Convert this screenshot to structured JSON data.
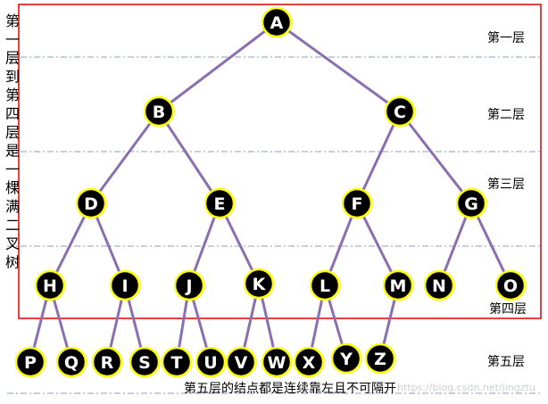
{
  "side_note": "第一层到第四层是一棵满二叉树",
  "level_labels": [
    "第一层",
    "第二层",
    "第三层",
    "第四层",
    "第五层"
  ],
  "caption": "第五层的结点都是连续靠左且不可隔开",
  "watermark": "https://blog.csdn.net/jingztu",
  "colors": {
    "edge": "#8a6fb0",
    "node_fill": "#000000",
    "node_stroke": "#ffff00",
    "box": "#e00000",
    "dashed_line": "#8aa0bf"
  },
  "tree": {
    "nodes": [
      "A",
      "B",
      "C",
      "D",
      "E",
      "F",
      "G",
      "H",
      "I",
      "J",
      "K",
      "L",
      "M",
      "N",
      "O",
      "P",
      "Q",
      "R",
      "S",
      "T",
      "U",
      "V",
      "W",
      "X",
      "Y",
      "Z"
    ],
    "edges": [
      [
        "A",
        "B"
      ],
      [
        "A",
        "C"
      ],
      [
        "B",
        "D"
      ],
      [
        "B",
        "E"
      ],
      [
        "C",
        "F"
      ],
      [
        "C",
        "G"
      ],
      [
        "D",
        "H"
      ],
      [
        "D",
        "I"
      ],
      [
        "E",
        "J"
      ],
      [
        "E",
        "K"
      ],
      [
        "F",
        "L"
      ],
      [
        "F",
        "M"
      ],
      [
        "G",
        "N"
      ],
      [
        "G",
        "O"
      ],
      [
        "H",
        "P"
      ],
      [
        "H",
        "Q"
      ],
      [
        "I",
        "R"
      ],
      [
        "I",
        "S"
      ],
      [
        "J",
        "T"
      ],
      [
        "J",
        "U"
      ],
      [
        "K",
        "V"
      ],
      [
        "K",
        "W"
      ],
      [
        "L",
        "X"
      ],
      [
        "L",
        "Y"
      ],
      [
        "M",
        "Z"
      ]
    ]
  }
}
